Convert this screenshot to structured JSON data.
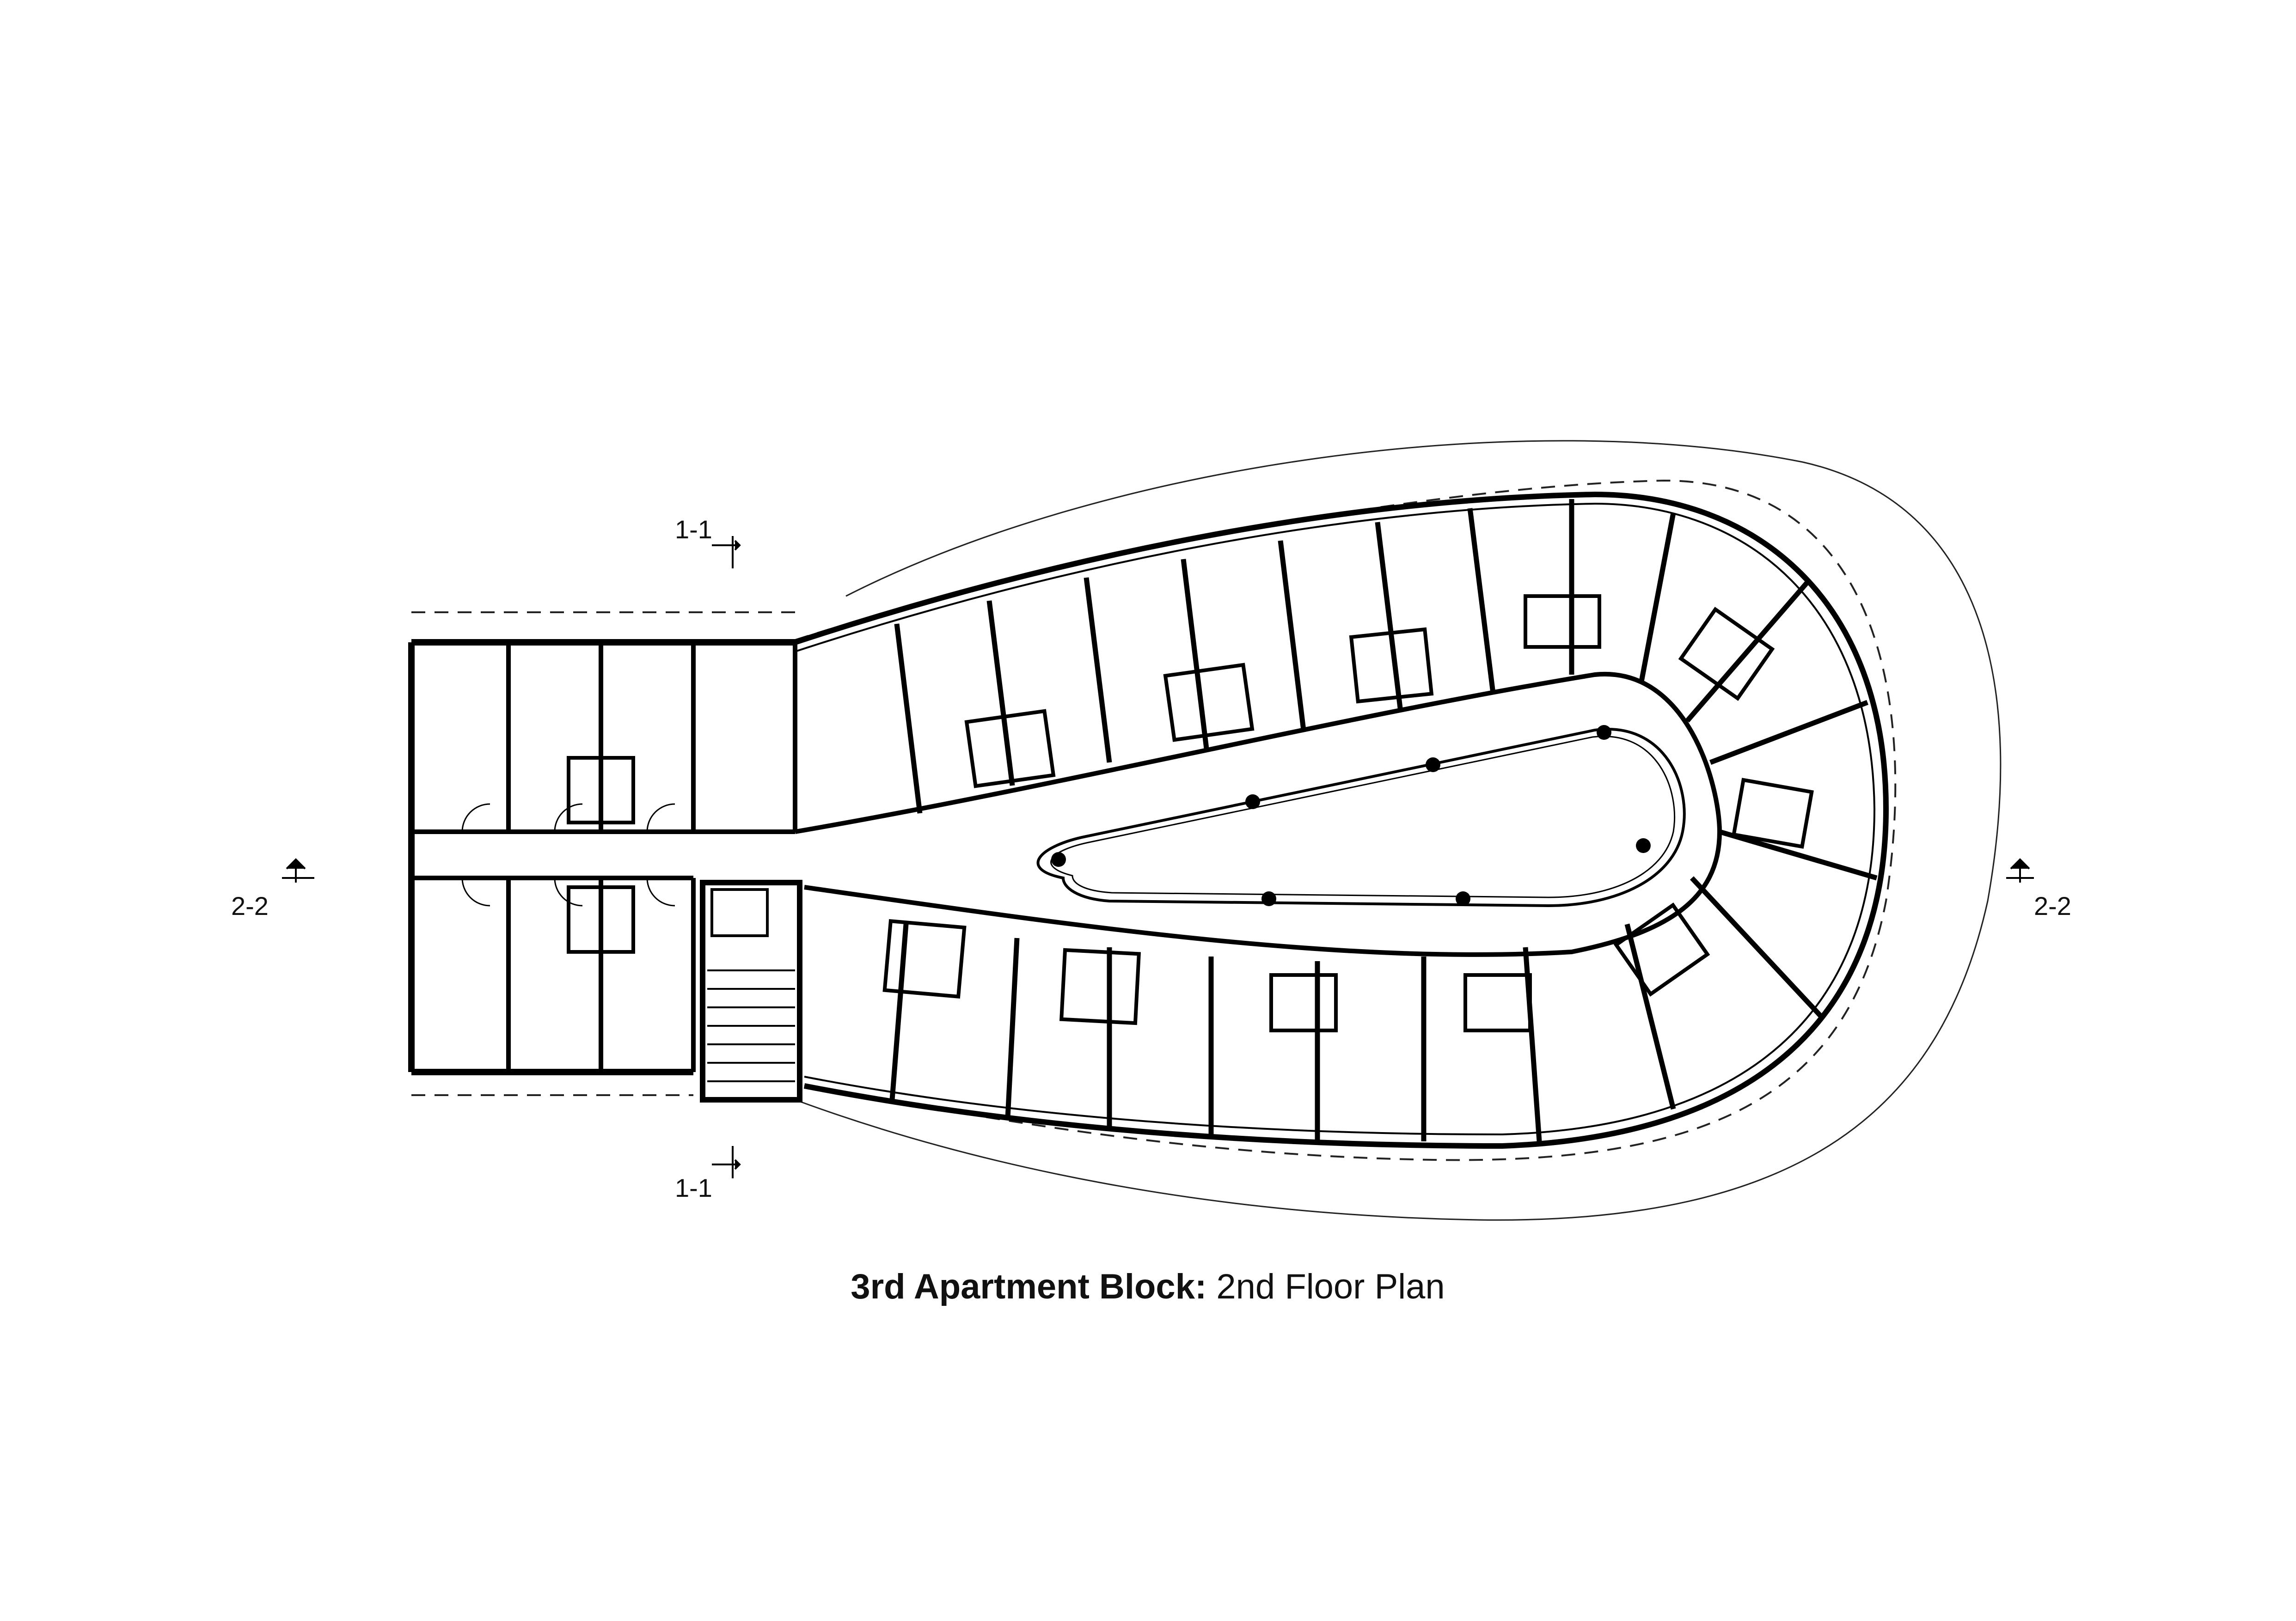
{
  "title": {
    "bold": "3rd Apartment Block:",
    "regular": " 2nd Floor Plan"
  },
  "section_marks": {
    "top": "1-1",
    "bottom": "1-1",
    "left": "2-2",
    "right": "2-2"
  },
  "colors": {
    "wall": "#000000",
    "line": "#1a1a1a",
    "background": "#ffffff"
  }
}
